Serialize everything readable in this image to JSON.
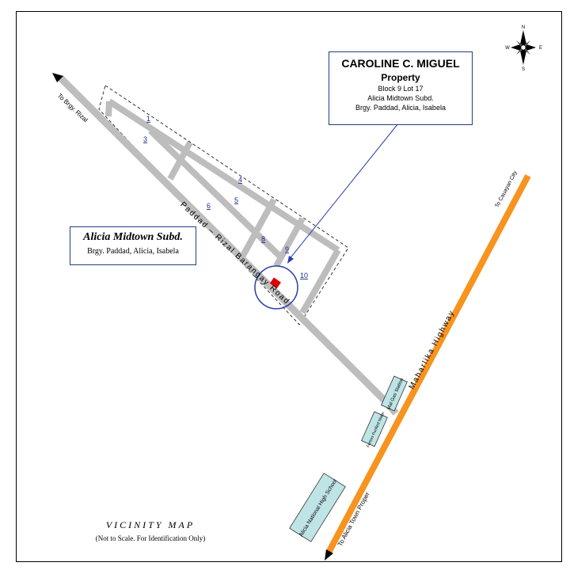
{
  "property": {
    "owner": "CAROLINE C. MIGUEL",
    "heading": "Property",
    "lot": "Block 9 Lot 17",
    "subdivision": "Alicia Midtown Subd.",
    "address": "Brgy. Paddad, Alicia, Isabela"
  },
  "subdivision": {
    "name": "Alicia Midtown Subd.",
    "address": "Brgy. Paddad, Alicia, Isabela"
  },
  "roads": {
    "barangay_road": "Paddad – Rizal Barangay Road",
    "highway": "Maharlika Highway",
    "to_rizal": "To Brgy. Rizal",
    "to_cauayan": "To Cauayan City",
    "to_town": "To Alicia Town Proper"
  },
  "blocks": [
    "1",
    "3",
    "4",
    "5",
    "6",
    "8",
    "9",
    "10"
  ],
  "landmarks": {
    "gas_station": "Mal Gas Station",
    "water": "Fortres Purified Water",
    "school": "Alicia National High School"
  },
  "compass": {
    "n": "N",
    "s": "S",
    "e": "E",
    "w": "W"
  },
  "title": {
    "main": "VICINITY MAP",
    "note": "(Not to Scale. For Identification Only)"
  },
  "colors": {
    "road": "#bdbdbd",
    "highway": "#f7931e",
    "landmark_fill": "#bfe4e6",
    "callout_line": "#2b3fa8",
    "marker": "#e00000"
  }
}
